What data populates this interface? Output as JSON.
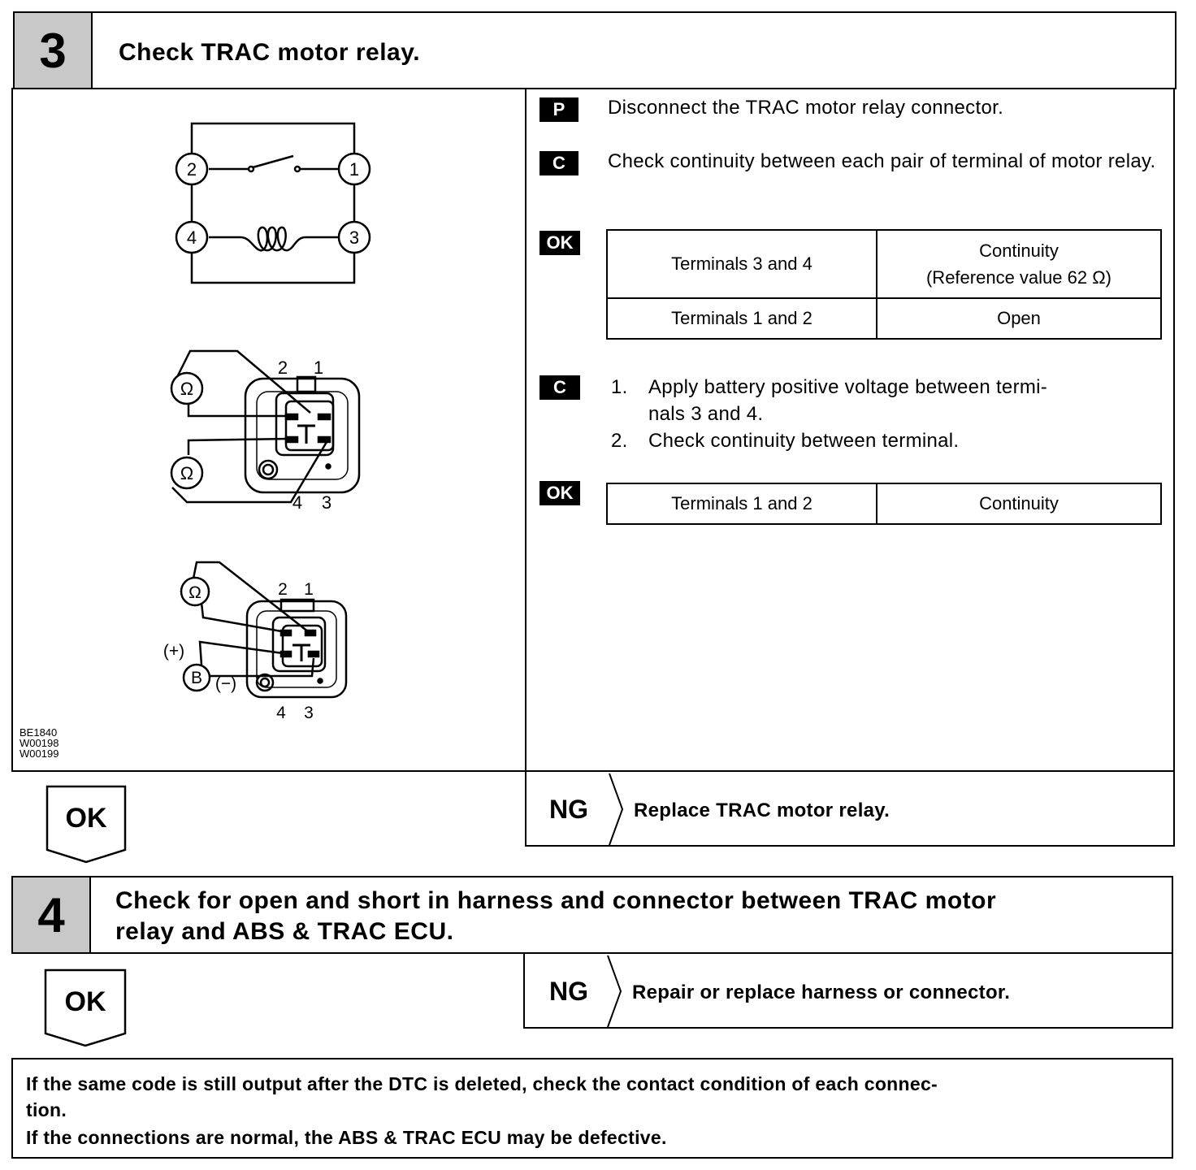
{
  "step3": {
    "number": "3",
    "title": "Check TRAC motor relay.",
    "diagram_codes": [
      "BE1840",
      "W00198",
      "W00199"
    ],
    "diagram_labels": {
      "t1": "1",
      "t2": "2",
      "t3": "3",
      "t4": "4",
      "ohm": "Ω",
      "battery": "B",
      "plus": "(+)",
      "minus": "(−)"
    },
    "instructions": [
      {
        "tag": "P",
        "text": "Disconnect the TRAC motor relay connector."
      },
      {
        "tag": "C",
        "text": "Check continuity between each pair of terminal of motor relay."
      }
    ],
    "table1": {
      "tag": "OK",
      "rows": [
        {
          "terminals": "Terminals 3 and 4",
          "result_line1": "Continuity",
          "result_line2": "(Reference value 62 Ω)"
        },
        {
          "terminals": "Terminals 1 and 2",
          "result_line1": "Open"
        }
      ]
    },
    "check2": {
      "tag": "C",
      "items": [
        {
          "num": "1.",
          "line1": "Apply battery positive voltage between termi-",
          "line2": "nals 3 and 4."
        },
        {
          "num": "2.",
          "line1": "Check continuity between terminal."
        }
      ]
    },
    "table2": {
      "tag": "OK",
      "rows": [
        {
          "terminals": "Terminals 1 and 2",
          "result": "Continuity"
        }
      ]
    },
    "ok_label": "OK",
    "ng_label": "NG",
    "ng_action": "Replace TRAC motor relay."
  },
  "step4": {
    "number": "4",
    "title_line1": "Check for open and short in harness and connector between TRAC motor",
    "title_line2": "relay and ABS & TRAC ECU.",
    "ok_label": "OK",
    "ng_label": "NG",
    "ng_action": "Repair or replace harness or connector."
  },
  "note": {
    "line1": "If the same code is still output after the DTC is deleted, check the contact condition of each connec-",
    "line2": "tion.",
    "line3": "If the connections are normal, the ABS & TRAC ECU may be defective."
  }
}
